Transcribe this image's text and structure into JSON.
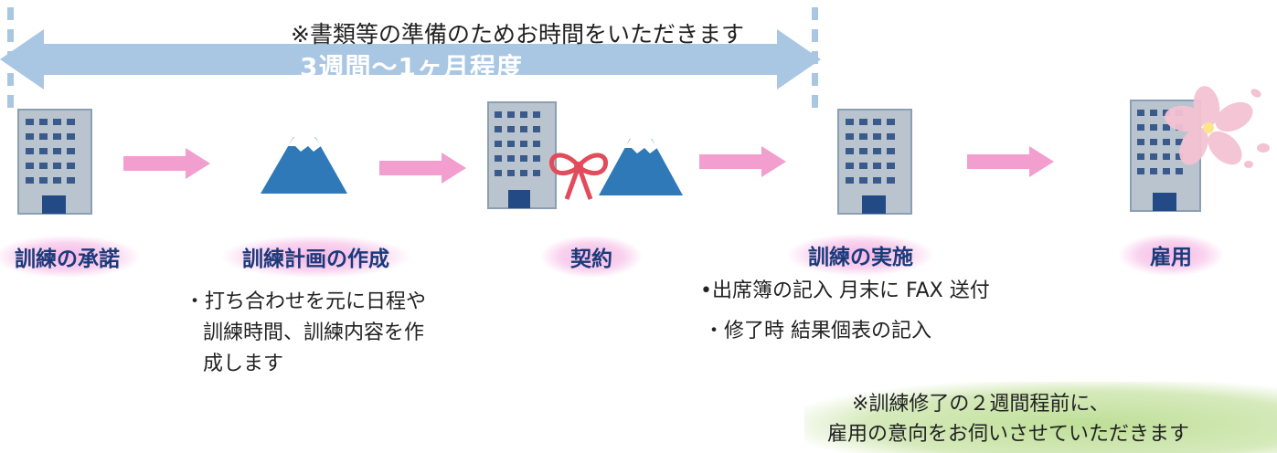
{
  "top_note": "※書類等の準備のためお時間をいただきます",
  "top_duration": "3週間〜1ヶ月程度",
  "steps": [
    {
      "label": "訓練の承諾",
      "icon": "office-building-icon"
    },
    {
      "label": "訓練計画の作成",
      "icon": "mountain-icon"
    },
    {
      "label": "契約",
      "icon": "building-mountain-ribbon-icon"
    },
    {
      "label": "訓練の実施",
      "icon": "office-building-icon"
    },
    {
      "label": "雇用",
      "icon": "building-cherry-blossom-icon"
    }
  ],
  "plan_notes": [
    "・打ち合わせを元に日程や",
    "訓練時間、訓練内容を作",
    "成します"
  ],
  "impl_notes": [
    "•出席簿の記入 月末に FAX 送付",
    "・修了時 結果個表の記入"
  ],
  "bottom_note": [
    "※訓練修了の２週間程前に、",
    "雇用の意向をお伺いさせていただきます"
  ],
  "colors": {
    "span_arrow": "#a9c6e3",
    "process_arrow": "#f29ecf",
    "label_text": "#1b3a7a",
    "label_glow": "#f5b8e4",
    "building": "#8a9fb4",
    "mountain": "#2f79b8",
    "ribbon": "#e24b5a",
    "note_glow": "#bfdf98"
  }
}
